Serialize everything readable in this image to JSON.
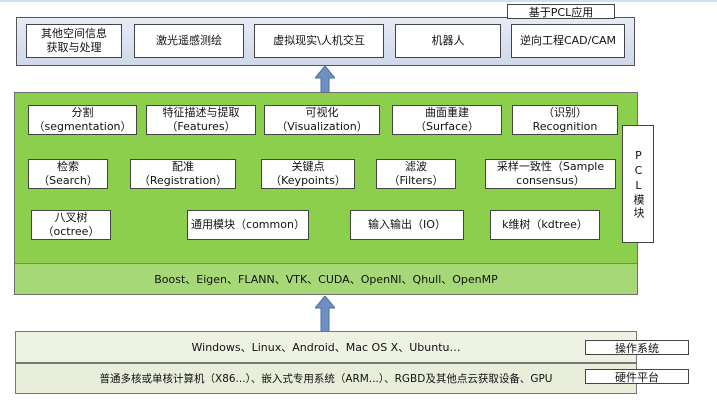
{
  "app_layer": {
    "label": "基于PCL应用",
    "items": [
      "其他空间信息获取与处理",
      "激光遥感测绘",
      "虚拟现实\\人机交互",
      "机器人",
      "逆向工程CAD/CAM"
    ]
  },
  "modules": {
    "row1": [
      "分割",
      "（segmentation）",
      "特征描述与提取",
      "（Features）",
      "可视化",
      "（Visualization）",
      "曲面重建",
      "（Surface）",
      "（识别）",
      "Recognition"
    ],
    "row2": [
      "检索",
      "（Search）",
      "配准",
      "（Registration）",
      "关键点",
      "（Keypoints）",
      "滤波",
      "（Filters）",
      "采样一致性（Sample",
      "consensus）"
    ],
    "row3": [
      "八叉树",
      "（octree）",
      "通用模块（common）",
      "输入输出（IO）",
      "k维树（kdtree）"
    ]
  },
  "pcl_side_label": "PCL模块",
  "dependencies": "Boost、Eigen、FLANN、VTK、CUDA、OpenNI、Qhull、OpenMP",
  "os_layer": {
    "text": "Windows、Linux、Android、Mac OS X、Ubuntu…",
    "label": "操作系统"
  },
  "hw_layer": {
    "text": "普通多核或单核计算机（X86...）、嵌入式专用系统（ARM...）、RGBD及其他点云获取设备、GPU",
    "label": "硬件平台"
  },
  "colors": {
    "core": "#8ccf4d",
    "app": "#d9e0f0",
    "arrow": "#6f8fc4"
  }
}
